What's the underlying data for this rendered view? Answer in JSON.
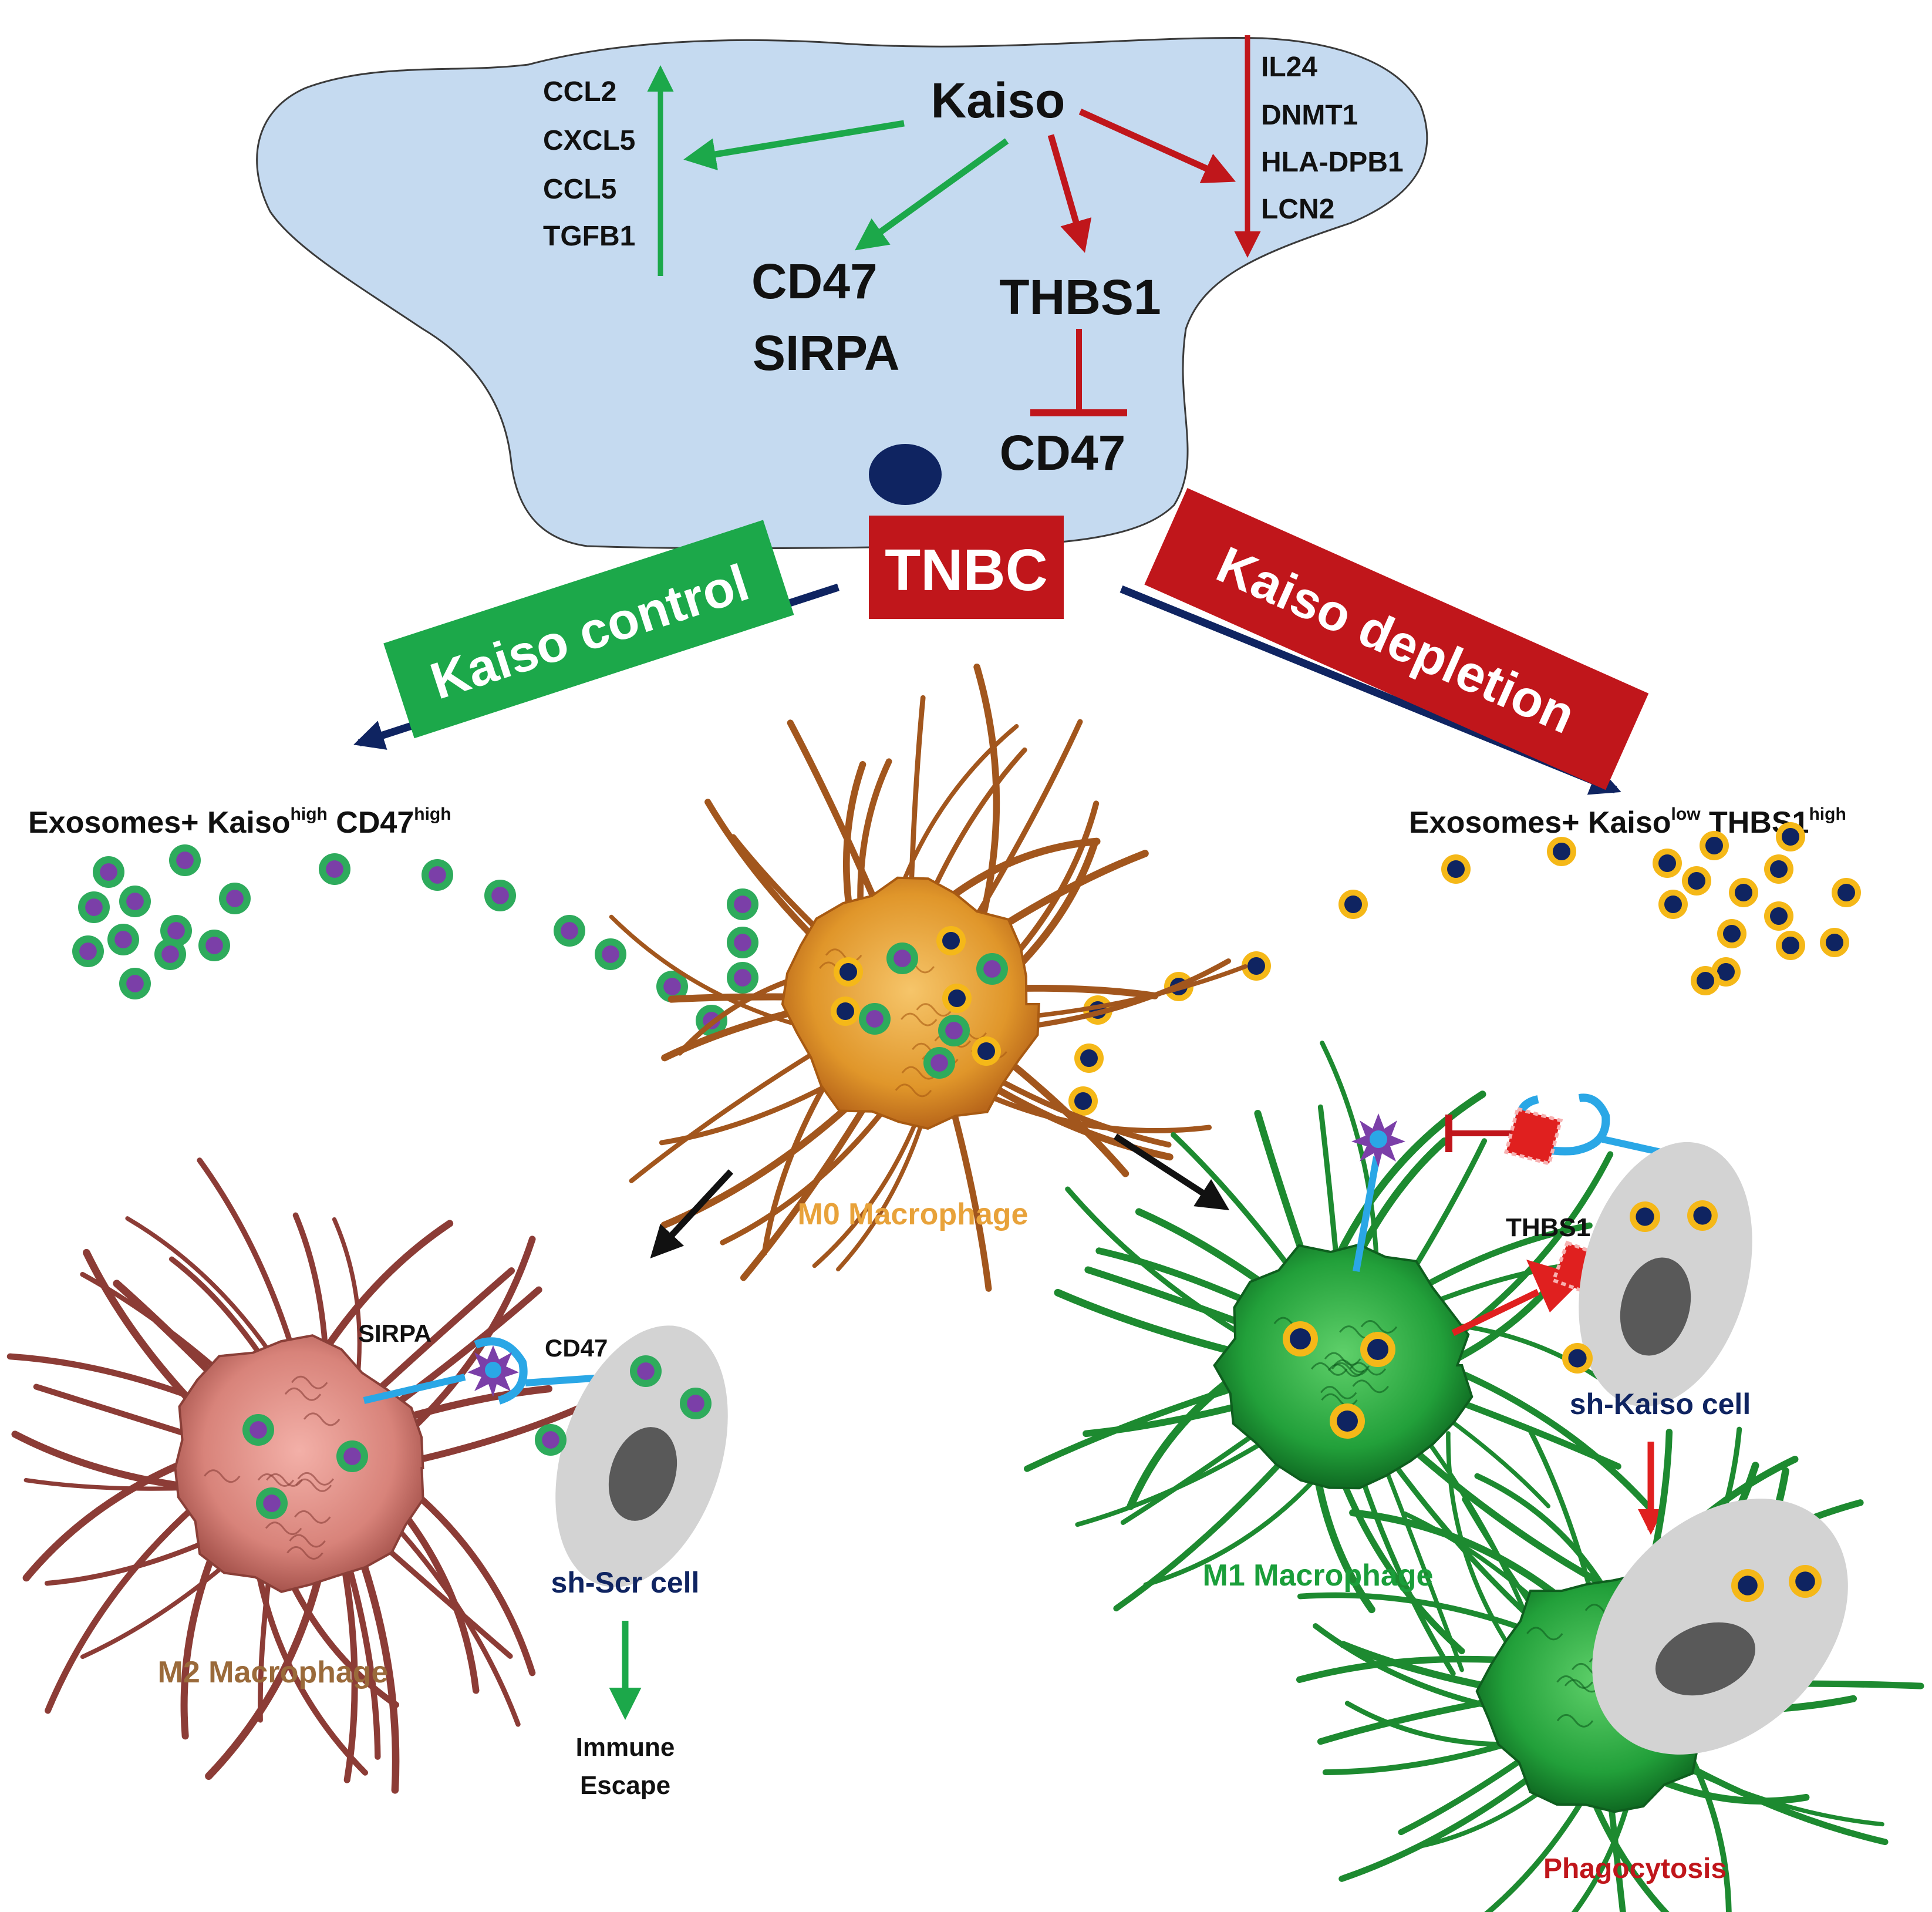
{
  "tumor_cell": {
    "title": "Kaiso",
    "upregulated_genes": [
      "CCL2",
      "CXCL5",
      "CCL5",
      "TGFB1"
    ],
    "downregulated_genes": [
      "IL24",
      "DNMT1",
      "HLA-DPB1",
      "LCN2"
    ],
    "target_cd47": "CD47",
    "target_sirpa": "SIRPA",
    "target_thbs1": "THBS1",
    "inhibited_cd47": "CD47",
    "label": "TNBC"
  },
  "branches": {
    "control_label": "Kaiso control",
    "depletion_label": "Kaiso depletion"
  },
  "exosomes": {
    "left_prefix": "Exosomes+ Kaiso",
    "left_sup1": "high",
    "left_mid": " CD47",
    "left_sup2": "high",
    "right_prefix": "Exosomes+ Kaiso",
    "right_sup1": "low",
    "right_mid": " THBS1",
    "right_sup2": "high"
  },
  "macrophages": {
    "m0": "M0 Macrophage",
    "m1": "M1 Macrophage",
    "m2": "M2 Macrophage"
  },
  "left_interaction": {
    "sirpa": "SIRPA",
    "cd47": "CD47",
    "cell": "sh-Scr cell",
    "outcome_line1": "Immune",
    "outcome_line2": "Escape"
  },
  "right_interaction": {
    "thbs1": "THBS1",
    "cell": "sh-Kaiso cell",
    "outcome": "Phagocytosis"
  },
  "colors": {
    "cell_fill": "#c5daf0",
    "green": "#1ca84a",
    "red": "#c0161b",
    "navy": "#0f2461",
    "orange": "#e8a23a",
    "m1_green": "#1a9e3a",
    "m2_brown": "#9a6a3a",
    "exo_green_ring": "#2eab5c",
    "exo_purple": "#7b3fa8",
    "exo_yellow_ring": "#f5b818"
  }
}
